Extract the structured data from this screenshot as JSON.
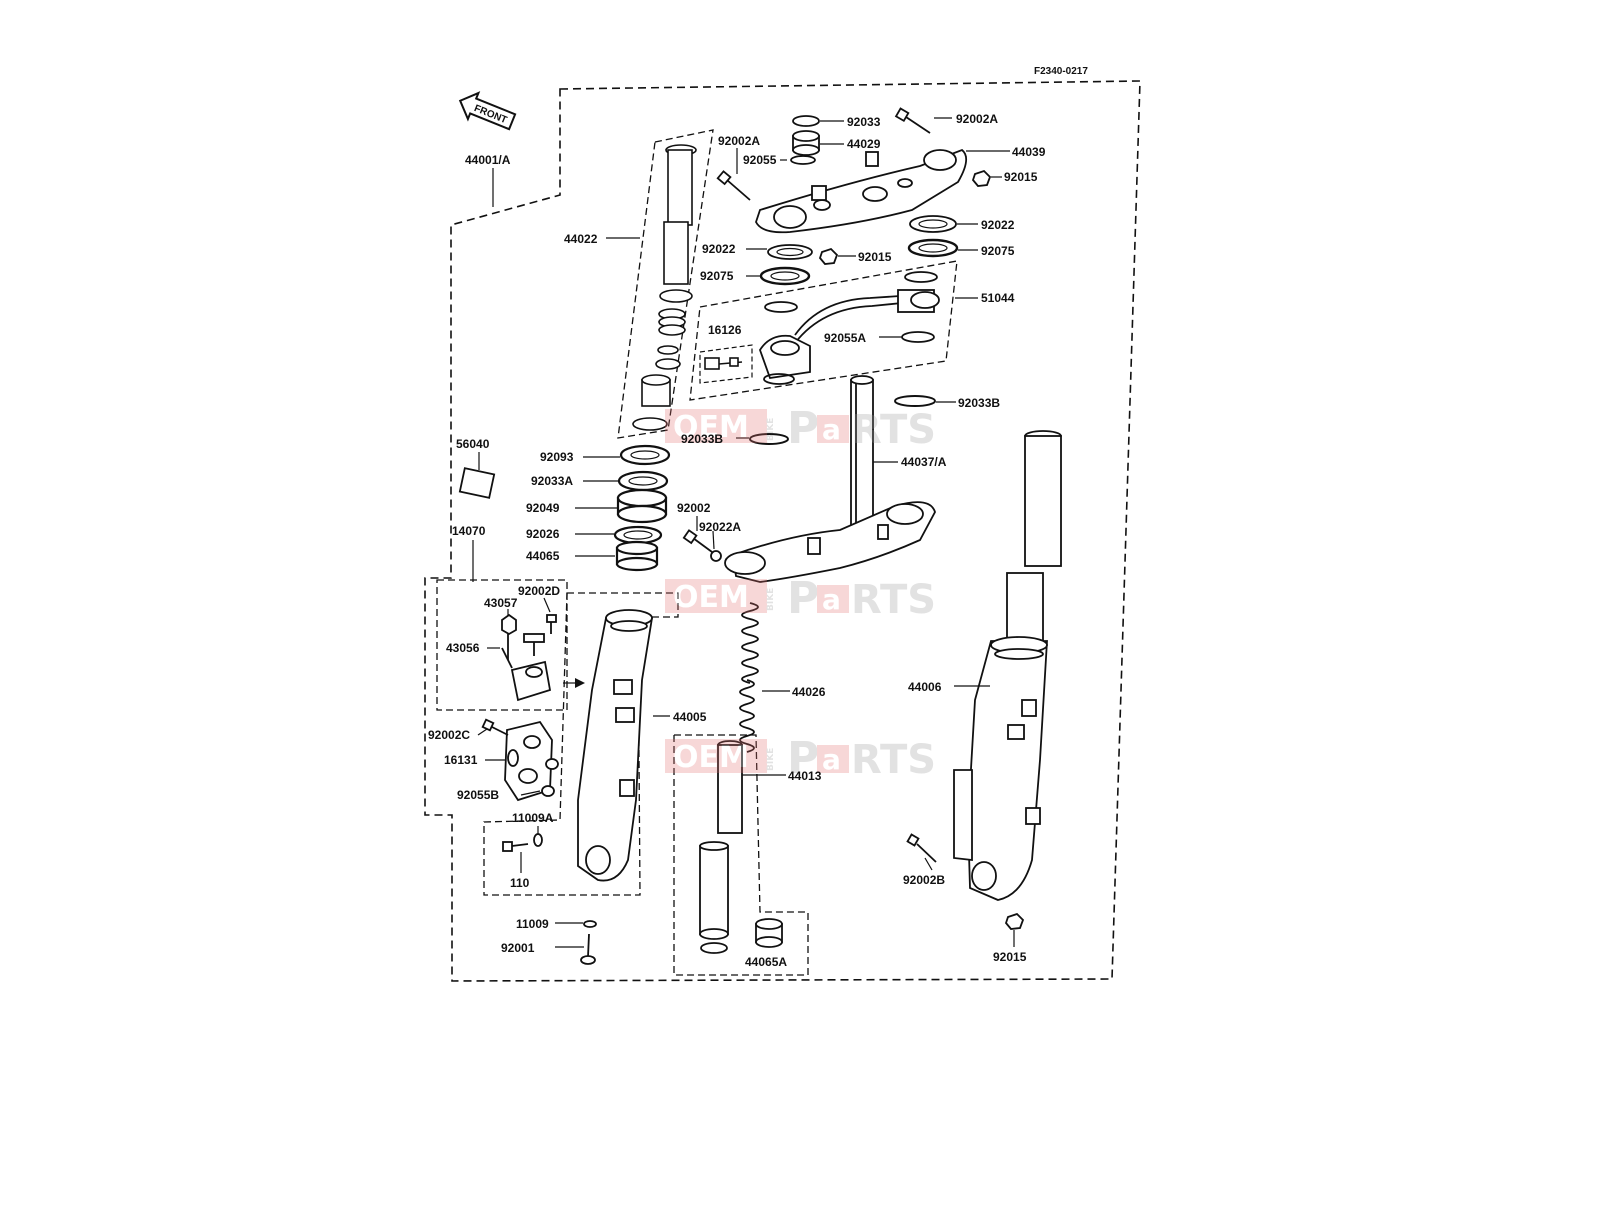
{
  "diagram": {
    "code": "F2340-0217",
    "front_label": "FRONT",
    "watermark": {
      "oem": "OEM",
      "bike": "BIKE",
      "parts_p": "P",
      "parts_a": "a",
      "parts_rest": "RTS"
    },
    "parts": {
      "p44001A": "44001/A",
      "p44022": "44022",
      "p92002A_l": "92002A",
      "p92055": "92055",
      "p92033_t": "92033",
      "p44029": "44029",
      "p92002A_r": "92002A",
      "p44039": "44039",
      "p92015_r": "92015",
      "p92022_r": "92022",
      "p92022_l": "92022",
      "p92015_c": "92015",
      "p92075_r": "92075",
      "p92075_l": "92075",
      "p51044": "51044",
      "p16126": "16126",
      "p92055A": "92055A",
      "p92033B_r": "92033B",
      "p92033B_c": "92033B",
      "p44037A": "44037/A",
      "p56040": "56040",
      "p92093": "92093",
      "p92033A": "92033A",
      "p92049": "92049",
      "p92026": "92026",
      "p44065": "44065",
      "p92002": "92002",
      "p92022A": "92022A",
      "p14070": "14070",
      "p92002D": "92002D",
      "p43057": "43057",
      "p43056": "43056",
      "p44005": "44005",
      "p44026": "44026",
      "p44006": "44006",
      "p92002C": "92002C",
      "p16131": "16131",
      "p92055B": "92055B",
      "p11009A": "11009A",
      "p110": "110",
      "p44013": "44013",
      "p92002B": "92002B",
      "p11009": "11009",
      "p92001": "92001",
      "p44065A": "44065A",
      "p92015_b": "92015"
    }
  }
}
